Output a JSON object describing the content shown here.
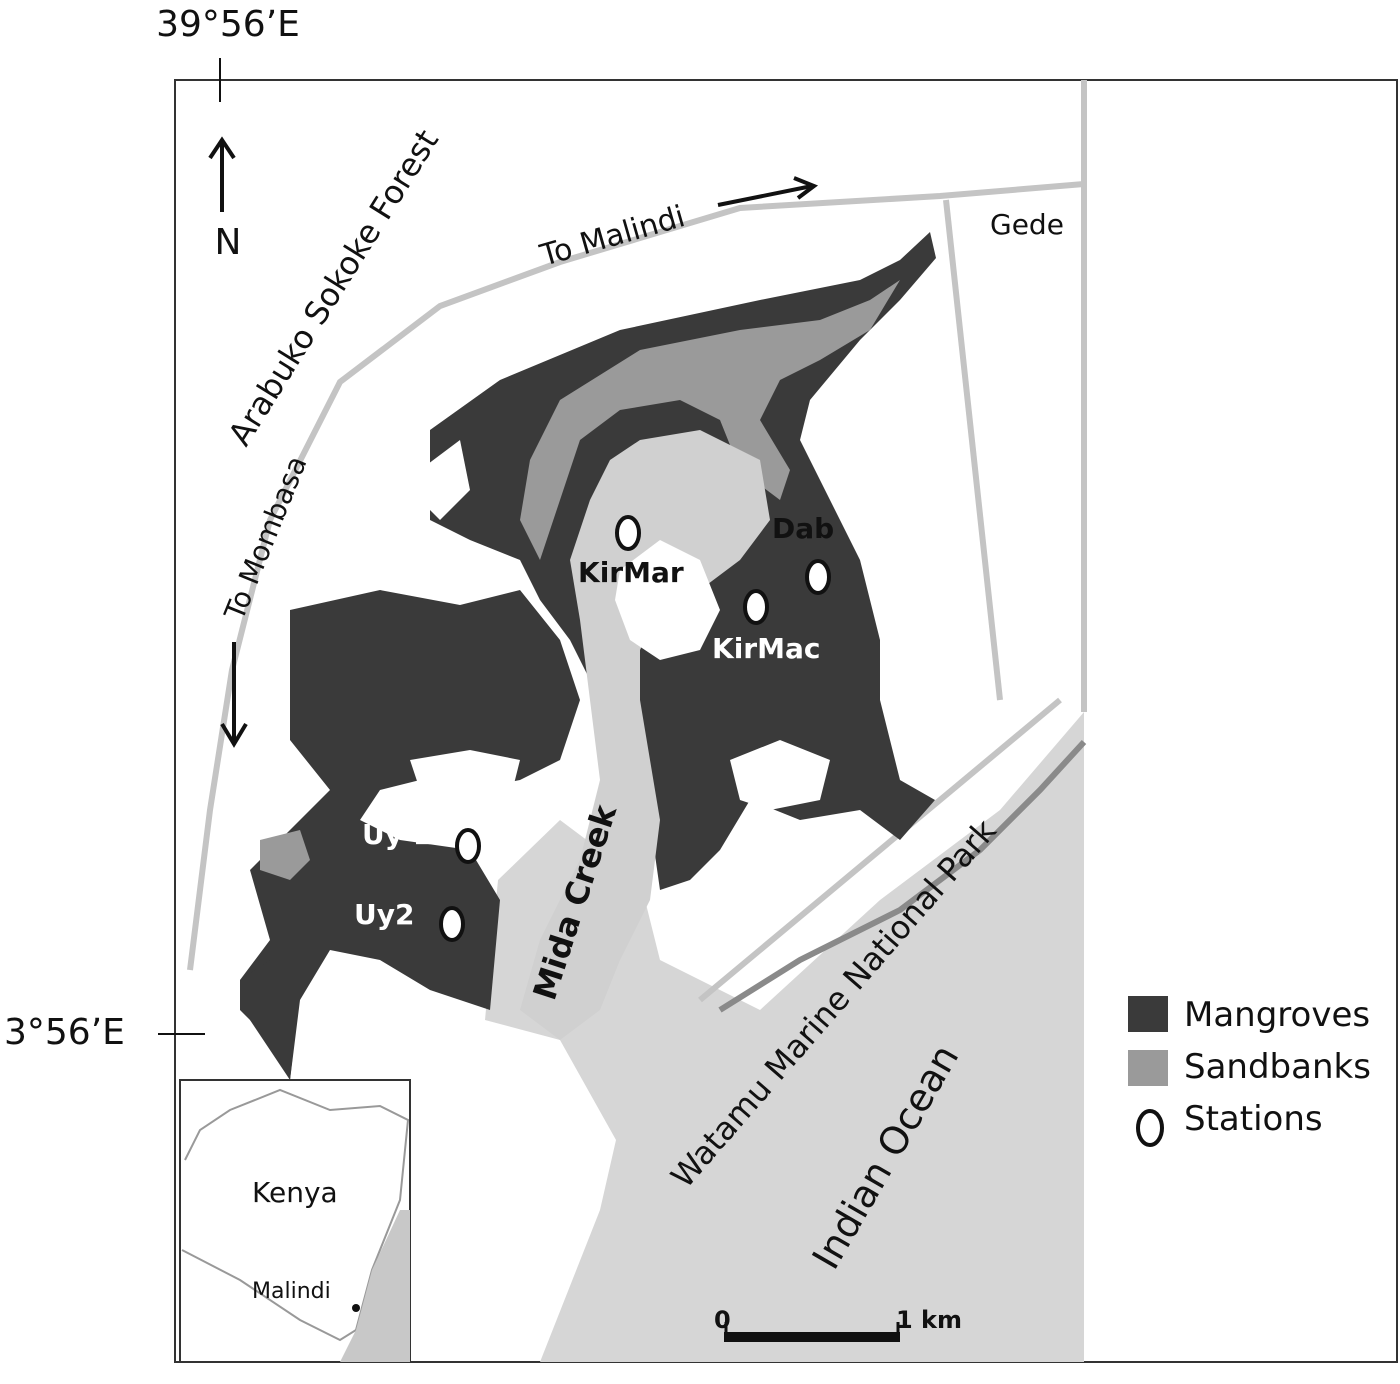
{
  "coordinates": {
    "longitude": "39°56’E",
    "latitude": "3°56’E"
  },
  "compass": {
    "label": "N",
    "icon": "north-arrow-icon"
  },
  "place_labels": {
    "forest": "Arabuko Sokoke Forest",
    "to_malindi": "To Malindi",
    "to_mombasa": "To Mombasa",
    "gede": "Gede",
    "creek": "Mida Creek",
    "park": "Watamu Marine National Park",
    "ocean": "Indian Ocean"
  },
  "stations": [
    {
      "label": "KirMar"
    },
    {
      "label": "Dab"
    },
    {
      "label": "KirMac"
    },
    {
      "label": "Uy 1"
    },
    {
      "label": "Uy2"
    }
  ],
  "legend": {
    "items": [
      {
        "label": "Mangroves",
        "color": "#3a3a3a"
      },
      {
        "label": "Sandbanks",
        "color": "#9a9a9a"
      },
      {
        "label": "Stations",
        "icon": "station-ring-icon"
      }
    ]
  },
  "scale_bar": {
    "start": "0",
    "end": "1 km"
  },
  "inset": {
    "country": "Kenya",
    "town": "Malindi"
  },
  "colors": {
    "mangroves": "#3a3a3a",
    "sandbanks": "#9a9a9a",
    "water": "#d6d6d6",
    "land": "#ffffff",
    "road": "#c8c8c8"
  }
}
